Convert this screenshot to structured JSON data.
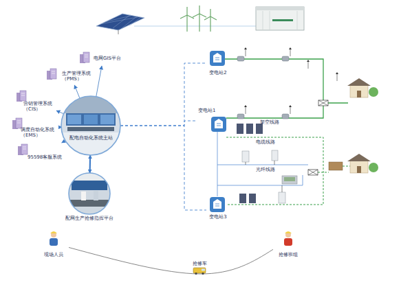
{
  "diagram": {
    "nodes": [
      {
        "text": [
          "电网GIS平台"
        ]
      },
      {
        "text": [
          "生产管理系统 （PMS）"
        ]
      },
      {
        "text": [
          "营销管理系统 （CIS）"
        ]
      },
      {
        "text": [
          "调度自动化系统 （EMS）"
        ]
      },
      {
        "text": [
          "95598客服系统"
        ]
      },
      {
        "text": [
          "配电自动化系统主站"
        ]
      },
      {
        "text": [
          "配网生产抢修指挥平台"
        ]
      },
      {
        "text": [
          "变电站2"
        ]
      },
      {
        "text": [
          "变电站1"
        ]
      },
      {
        "text": [
          "变电站3"
        ]
      },
      {
        "text": [
          "现场人员"
        ]
      },
      {
        "text": [
          "抢修班组"
        ]
      }
    ],
    "edges": [
      {
        "from": 5,
        "to": 0,
        "arrow": "to"
      },
      {
        "from": 5,
        "to": 1,
        "arrow": "to"
      },
      {
        "from": 5,
        "to": 2,
        "arrow": "to"
      },
      {
        "from": 5,
        "to": 3,
        "arrow": "to"
      },
      {
        "from": 5,
        "to": 4,
        "arrow": "to"
      },
      {
        "from": 5,
        "to": 6,
        "arrow": "both"
      },
      {
        "from": 5,
        "to": 7,
        "arrow": "none"
      },
      {
        "from": 5,
        "to": 8,
        "arrow": "none"
      },
      {
        "from": 5,
        "to": 9,
        "arrow": "none"
      },
      {
        "from": 10,
        "to": 11,
        "label": "抢修车",
        "arrow": "none"
      }
    ],
    "labels": [
      "架空线路",
      "电缆线路",
      "光纤线路"
    ]
  }
}
